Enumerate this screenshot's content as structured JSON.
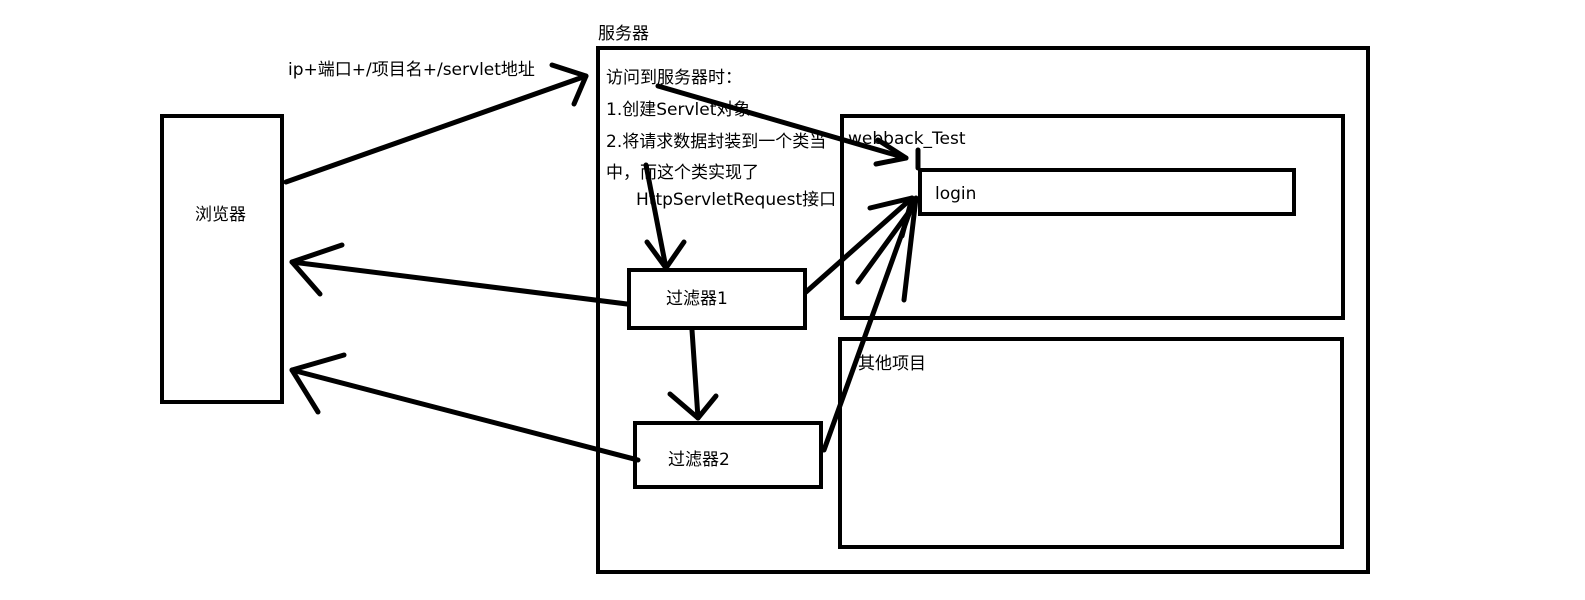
{
  "browser": {
    "label": "浏览器"
  },
  "request_label": "ip+端口+/项目名+/servlet地址",
  "server": {
    "title": "服务器",
    "notes": [
      "访问到服务器时：",
      "1.创建Servlet对象",
      "2.将请求数据封装到一个类当",
      "中，而这个类实现了",
      "HttpServletRequest接口"
    ],
    "filters": [
      "过滤器1",
      "过滤器2"
    ],
    "project": {
      "name": "webback_Test",
      "servlet": "login"
    },
    "other_project": "其他项目"
  }
}
